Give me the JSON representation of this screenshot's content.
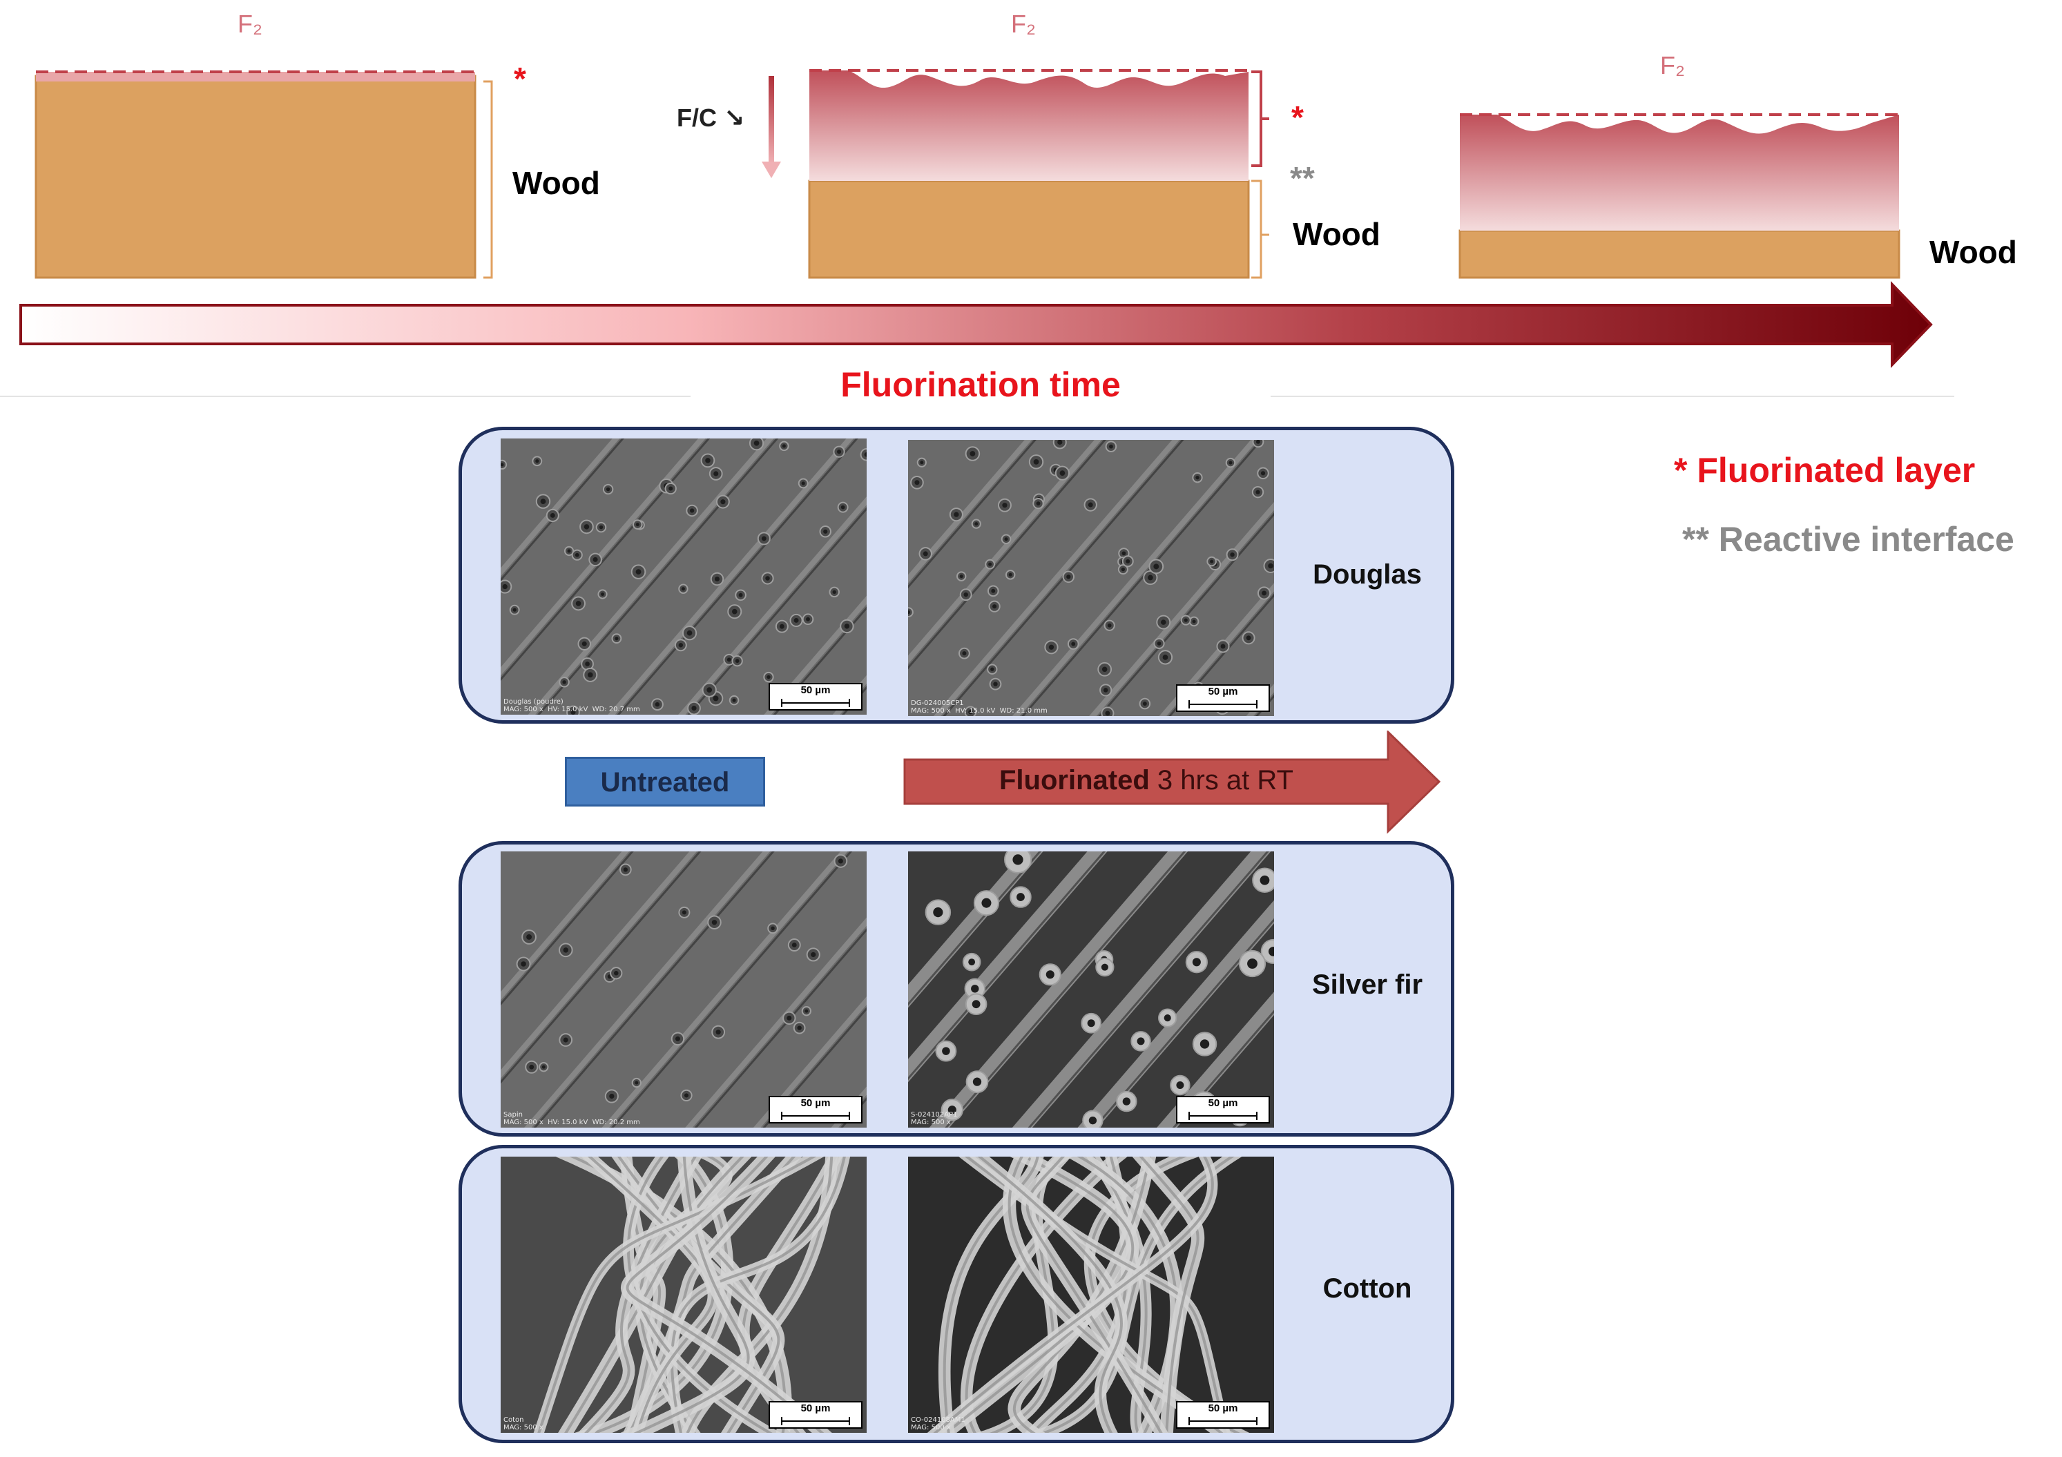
{
  "schematic": {
    "stages": [
      {
        "gas_label": "F₂",
        "wood_label": "Wood"
      },
      {
        "gas_label": "F₂",
        "wood_label": "Wood",
        "ratio_label": "F/C ↘"
      },
      {
        "gas_label": "F₂",
        "wood_label": "Wood"
      }
    ],
    "marker_fluorinated": "*",
    "marker_interface": "**",
    "time_axis_label": "Fluorination time"
  },
  "legend": {
    "fluorinated": "* Fluorinated layer",
    "interface": "** Reactive interface"
  },
  "treatment": {
    "untreated_label": "Untreated",
    "fluorinated_bold": "Fluorinated",
    "fluorinated_rest": " 3 hrs at RT"
  },
  "samples": [
    {
      "name": "Douglas",
      "untreated_caption": "Douglas (poudre)\nMAG: 500 x  HV: 15.0 kV  WD: 20.7 mm",
      "fluorinated_caption": "DG-024005CP1\nMAG: 500 x  HV: 15.0 kV  WD: 21.0 mm"
    },
    {
      "name": "Silver fir",
      "untreated_caption": "Sapin\nMAG: 500 x  HV: 15.0 kV  WD: 20.2 mm",
      "fluorinated_caption": "S-024102AP1\nMAG: 500 x"
    },
    {
      "name": "Cotton",
      "untreated_caption": "Coton\nMAG: 500 x",
      "fluorinated_caption": "CO-024108AM1\nMAG: 500 x"
    }
  ],
  "scale_bar": "50 µm",
  "colors": {
    "wood": "#dca160",
    "fluorinated_layer": "#c8626b",
    "marker_red": "#e8141c",
    "marker_gray": "#8a8a8a",
    "panel_fill": "#d9e1f6",
    "panel_border": "#1f2f5c",
    "untreated_box": "#4a7fc1",
    "fluorinated_arrow": "#c0504d",
    "time_arrow_dark": "#7a0a10"
  }
}
